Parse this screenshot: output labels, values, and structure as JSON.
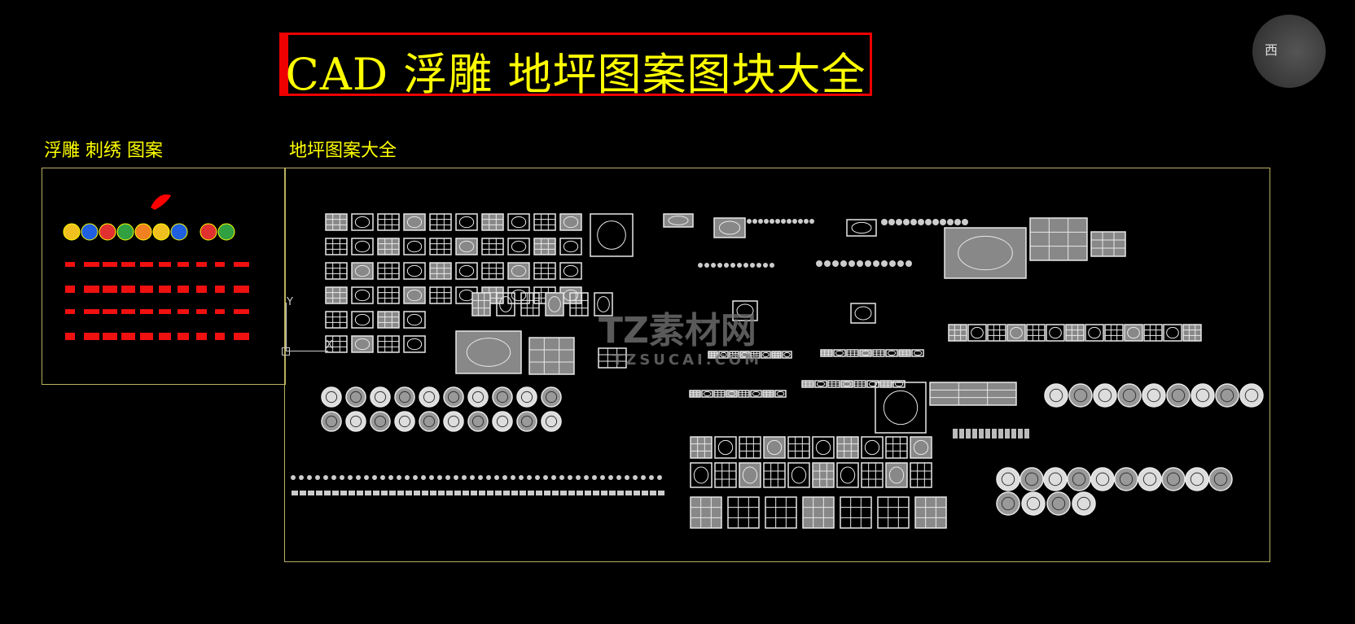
{
  "drawing": {
    "title": "CAD 浮雕 地坪图案图块大全",
    "section_left_label": "浮雕 刺绣 图案",
    "section_right_label": "地坪图案大全",
    "ucs_y_label": "Y",
    "ucs_x_label": "X",
    "viewcube_label": "西",
    "watermark_main": "TZ素材网",
    "watermark_sub": "TZSUCAI.COM"
  },
  "colors": {
    "title": "#ffff00",
    "title_border": "#ee0000",
    "frame": "#b8b060",
    "relief": "#ff1010",
    "pattern": "#e8e8e8"
  }
}
